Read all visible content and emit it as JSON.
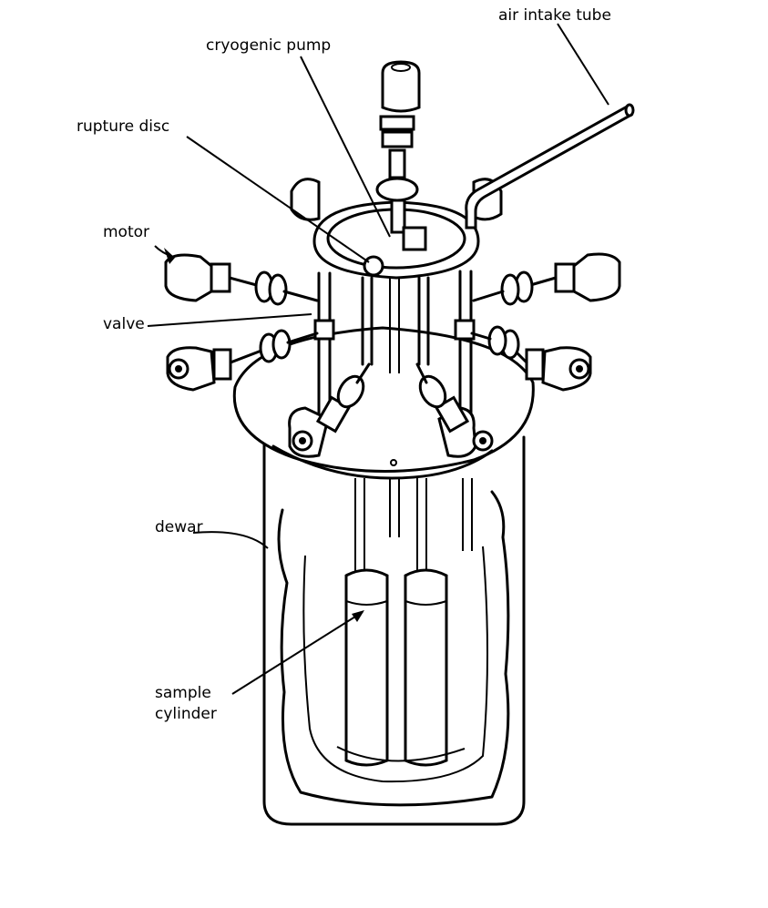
{
  "labels": {
    "air_intake_tube": "air intake tube",
    "cryogenic_pump": "cryogenic pump",
    "rupture_disc": "rupture disc",
    "motor": "motor",
    "valve": "valve",
    "dewar": "dewar",
    "sample_cylinder_line1": "sample",
    "sample_cylinder_line2": "cylinder"
  }
}
